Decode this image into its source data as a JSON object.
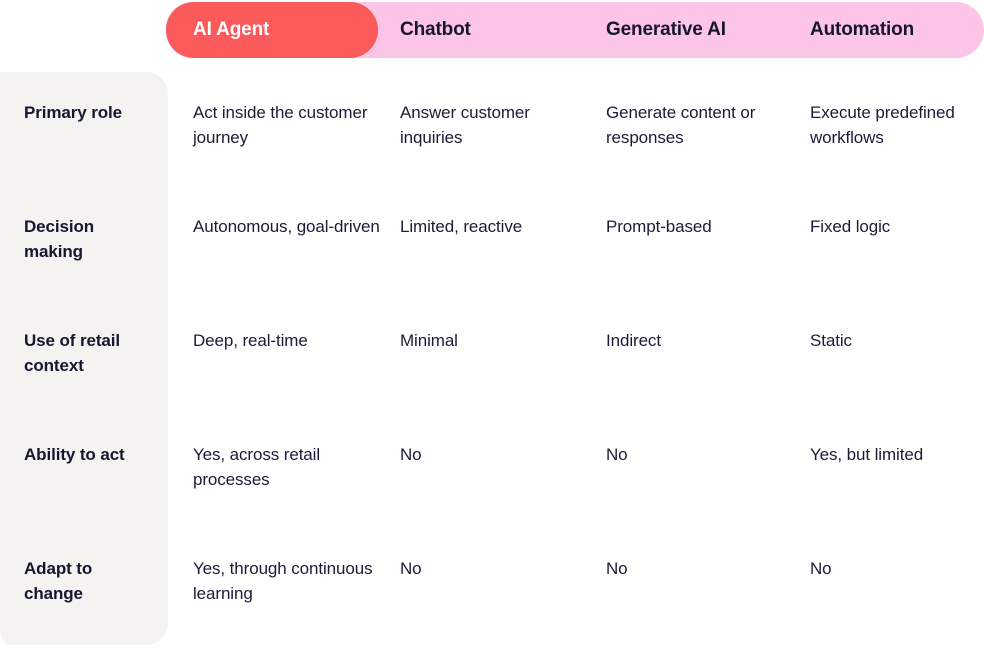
{
  "theme": {
    "header_bar_color": "#FCC5E8",
    "active_pill_color": "#FB5A5A",
    "active_pill_text_color": "#FFFFFF",
    "label_column_color": "#F4F3F1",
    "text_color": "#16162F",
    "page_background": "#FFFFFF"
  },
  "header": {
    "columns": [
      {
        "label": "AI Agent",
        "active": true
      },
      {
        "label": "Chatbot",
        "active": false
      },
      {
        "label": "Generative AI",
        "active": false
      },
      {
        "label": "Automation",
        "active": false
      }
    ]
  },
  "rows": [
    {
      "label": "Primary role",
      "cells": [
        "Act inside the customer journey",
        "Answer customer inquiries",
        "Generate content or responses",
        "Execute predefined workflows"
      ]
    },
    {
      "label": "Decision making",
      "cells": [
        "Autonomous, goal-driven",
        "Limited, reactive",
        "Prompt-based",
        "Fixed logic"
      ]
    },
    {
      "label": "Use of retail context",
      "cells": [
        "Deep, real-time",
        "Minimal",
        "Indirect",
        "Static"
      ]
    },
    {
      "label": "Ability to act",
      "cells": [
        "Yes, across retail processes",
        "No",
        "No",
        "Yes, but limited"
      ]
    },
    {
      "label": "Adapt to change",
      "cells": [
        "Yes, through continuous learning",
        "No",
        "No",
        "No"
      ]
    }
  ]
}
